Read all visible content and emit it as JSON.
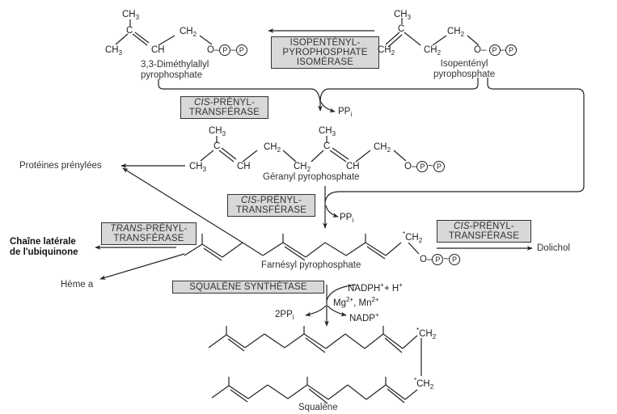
{
  "title": "Biosynthèse des isoprénoïdes",
  "molecules": {
    "dmapp": {
      "name_line1": "3,3-Diméthylallyl",
      "name_line2": "pyrophosphate",
      "atoms": {
        "ch3_top": "CH",
        "c": "C",
        "ch3_left": "CH",
        "ch": "CH",
        "ch2": "CH",
        "o": "O–"
      }
    },
    "ipp": {
      "name_line1": "Isopentényl",
      "name_line2": "pyrophosphate",
      "atoms": {
        "ch3_top": "CH",
        "c": "C",
        "ch2_left": "CH",
        "ch2_mid": "CH",
        "ch2": "CH",
        "o": "O–"
      }
    },
    "gpp": {
      "name": "Géranyl pyrophosphate",
      "atoms": {
        "ch3_a": "CH",
        "c_a": "C",
        "ch3_b": "CH",
        "ch_a": "CH",
        "ch2_a": "CH",
        "ch2_b": "CH",
        "ch3_c": "CH",
        "c_b": "C",
        "ch_b": "CH",
        "ch2_c": "CH",
        "o": "O–"
      }
    },
    "fpp": {
      "name": "Farnésyl pyrophosphate",
      "ch2": "CH",
      "star": "*",
      "o": "O–"
    },
    "squalene": {
      "name": "Squalène",
      "ch2_top": "CH",
      "ch2_bottom": "CH",
      "star": "*"
    }
  },
  "phosphate": "P",
  "subscripts": {
    "two": "2",
    "three": "3",
    "i": "i"
  },
  "enzymes": {
    "isomerase": {
      "line1": "ISOPENTÉNYL-",
      "line2": "PYROPHOSPHATE",
      "line3": "ISOMÉRASE"
    },
    "cis_prenyl_1": {
      "italic": "CIS",
      "rest": "-PRÉNYL-",
      "line2": "TRANSFÉRASE"
    },
    "cis_prenyl_2": {
      "italic": "CIS",
      "rest": "-PRÉNYL-",
      "line2": "TRANSFÉRASE"
    },
    "cis_prenyl_3": {
      "italic": "CIS",
      "rest": "-PRÉNYL-",
      "line2": "TRANSFÉRASE"
    },
    "trans_prenyl": {
      "italic": "TRANS",
      "rest": "-PRÉNYL-",
      "line2": "TRANSFÉRASE"
    },
    "squalene_synthetase": {
      "label": "SQUALÈNE SYNTHÉTASE"
    }
  },
  "byproducts": {
    "ppi_1": "PP",
    "ppi_2": "PP",
    "two_ppi": "2PP",
    "nadph": "NADPH",
    "nadph_rest": "+ H",
    "plus": "+",
    "metals": "Mg",
    "metals_mid": ", Mn",
    "two_plus": "2+",
    "nadp": "NADP"
  },
  "products": {
    "proteines": "Protéines prénylées",
    "ubiquinone_line1": "Chaîne latérale",
    "ubiquinone_line2": "de l'ubiquinone",
    "heme": "Hème a",
    "dolichol": "Dolichol"
  }
}
